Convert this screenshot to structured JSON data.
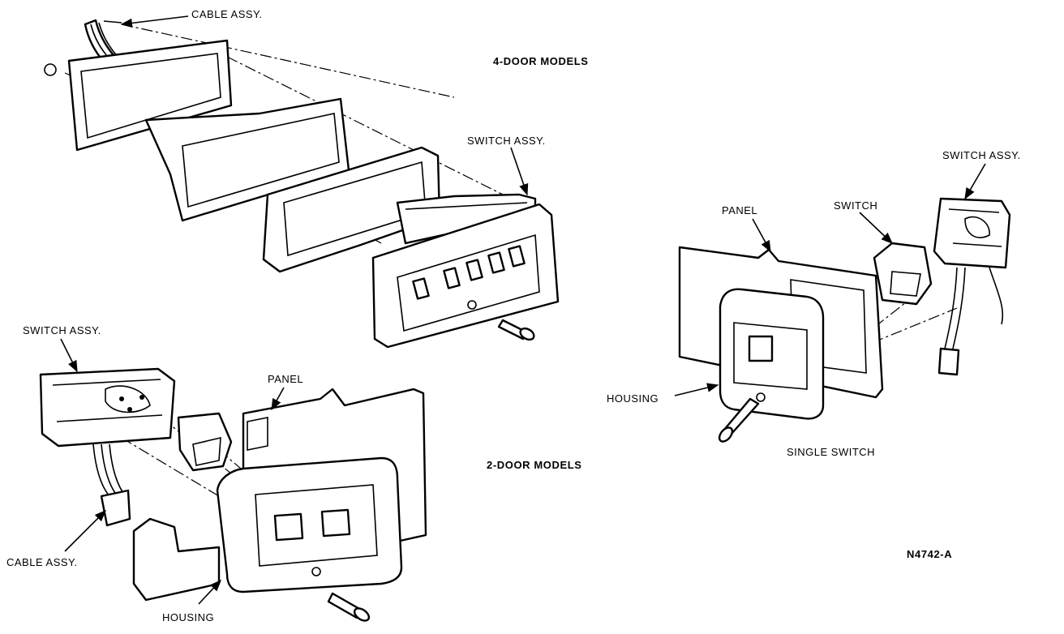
{
  "labels": {
    "four_door_title": "4-DOOR MODELS",
    "two_door_title": "2-DOOR MODELS",
    "single_switch_title": "SINGLE SWITCH",
    "figure_id": "N4742-A",
    "four_door_cable": "CABLE ASSY.",
    "four_door_switch": "SWITCH ASSY.",
    "two_door_switch": "SWITCH ASSY.",
    "two_door_panel": "PANEL",
    "two_door_cable": "CABLE ASSY.",
    "two_door_housing": "HOUSING",
    "single_panel": "PANEL",
    "single_switch": "SWITCH",
    "single_switch_assy": "SWITCH ASSY.",
    "single_housing": "HOUSING"
  }
}
